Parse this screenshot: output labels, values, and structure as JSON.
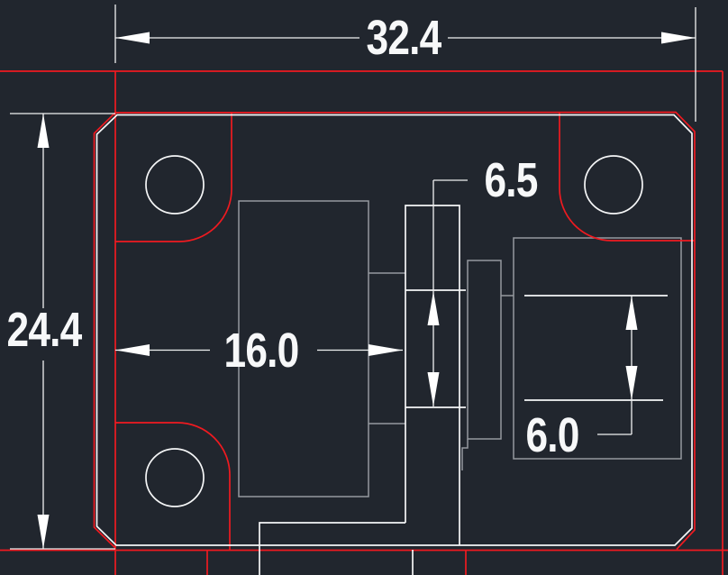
{
  "drawing": {
    "type": "cad-part-drawing",
    "background": "#21262e",
    "palette": {
      "part_outline_white": "#f5f6f7",
      "highlight_red": "#ef1a20",
      "reference_gray": "#95999f",
      "dimension_text": "#f7f8f9"
    },
    "mounting_holes_visible": 3,
    "dimensions": {
      "overall_width": {
        "value": "32.4"
      },
      "overall_height": {
        "value": "24.4"
      },
      "body_width": {
        "value": "16.0"
      },
      "connector_height": {
        "value": "6.5"
      },
      "socket_height": {
        "value": "6.0"
      }
    }
  }
}
